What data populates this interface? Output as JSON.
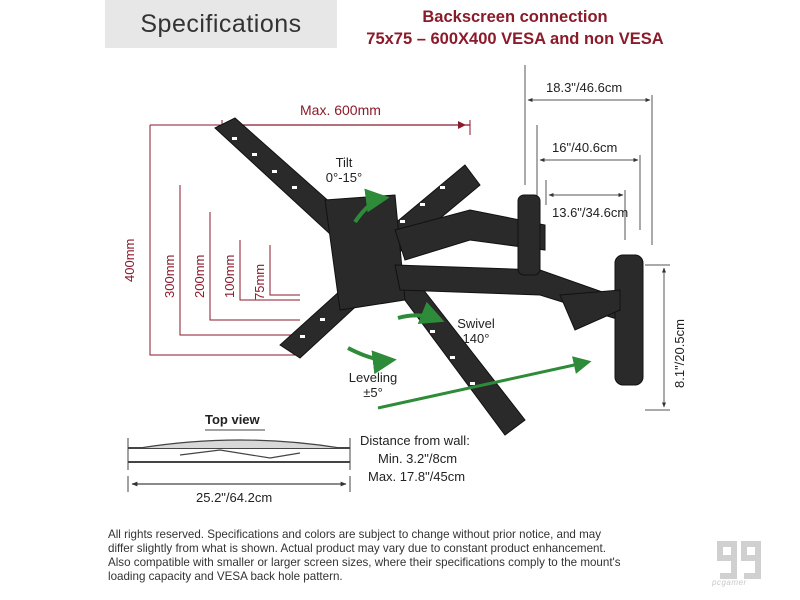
{
  "header": {
    "title": "Specifications",
    "backscreen_line1": "Backscreen connection",
    "backscreen_line2": "75x75 – 600X400 VESA and non VESA"
  },
  "dimensions": {
    "max_width": "Max. 600mm",
    "h400": "400mm",
    "h300": "300mm",
    "h200": "200mm",
    "h100": "100mm",
    "h75": "75mm",
    "arm_max": "18.3\"/46.6cm",
    "arm_mid": "16\"/40.6cm",
    "arm_min": "13.6\"/34.6cm",
    "plate_height": "8.1\"/20.5cm",
    "top_view_width": "25.2\"/64.2cm"
  },
  "motion": {
    "tilt_label": "Tilt",
    "tilt_value": "0°-15°",
    "swivel_label": "Swivel",
    "swivel_value": "140°",
    "leveling_label": "Leveling",
    "leveling_value": "±5°"
  },
  "distance": {
    "title": "Distance from wall:",
    "min": "Min. 3.2\"/8cm",
    "max": "Max. 17.8\"/45cm"
  },
  "top_view": {
    "title": "Top view"
  },
  "footer": {
    "line1": "All rights reserved. Specifications and colors are subject to change without prior notice, and may",
    "line2": "differ slightly from what is shown. Actual product may vary due to constant product enhancement.",
    "line3": "Also compatible with smaller or larger screen sizes, where their specifications comply to the mount's",
    "line4": "loading capacity and VESA back hole pattern."
  },
  "brand": {
    "logo_text": "pcgamer"
  },
  "colors": {
    "accent_red": "#8b1a2b",
    "arrow_green": "#2e8b3a",
    "mount_black": "#2a2a2a"
  }
}
